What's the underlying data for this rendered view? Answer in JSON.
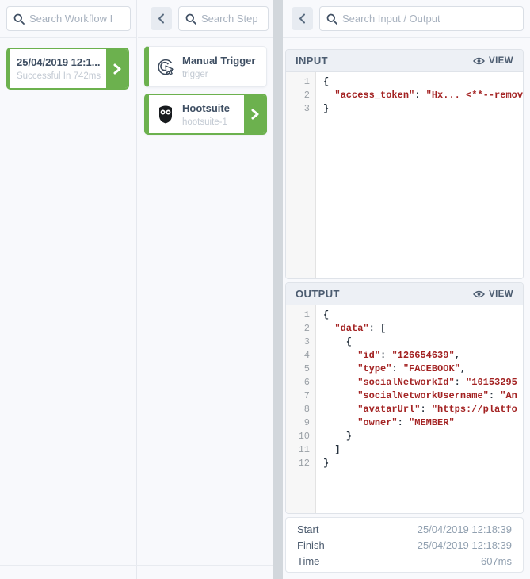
{
  "colors": {
    "accent_green": "#6cb14e",
    "code_string": "#a32222",
    "header_bg": "#edf0f5"
  },
  "runs_panel": {
    "search_placeholder": "Search Workflow I",
    "run": {
      "title": "25/04/2019 12:1...",
      "subtitle": "Successful In 742ms"
    }
  },
  "steps_panel": {
    "search_placeholder": "Search Step",
    "steps": [
      {
        "title": "Manual Trigger",
        "subtitle": "trigger",
        "icon": "manual-trigger-icon",
        "selected": false
      },
      {
        "title": "Hootsuite",
        "subtitle": "hootsuite-1",
        "icon": "hootsuite-owl-icon",
        "selected": true
      }
    ]
  },
  "io_panel": {
    "search_placeholder": "Search Input / Output",
    "input": {
      "title": "INPUT",
      "view_label": "VIEW",
      "lines": [
        "{",
        "  \"access_token\": \"Hx... <**--remov",
        "}"
      ]
    },
    "output": {
      "title": "OUTPUT",
      "view_label": "VIEW",
      "lines": [
        "{",
        "  \"data\": [",
        "    {",
        "      \"id\": \"126654639\",",
        "      \"type\": \"FACEBOOK\",",
        "      \"socialNetworkId\": \"10153295",
        "      \"socialNetworkUsername\": \"An",
        "      \"avatarUrl\": \"https://platfo",
        "      \"owner\": \"MEMBER\"",
        "    }",
        "  ]",
        "}"
      ]
    },
    "details": [
      {
        "label": "Start",
        "value": "25/04/2019 12:18:39"
      },
      {
        "label": "Finish",
        "value": "25/04/2019 12:18:39"
      },
      {
        "label": "Time",
        "value": "607ms"
      }
    ]
  }
}
